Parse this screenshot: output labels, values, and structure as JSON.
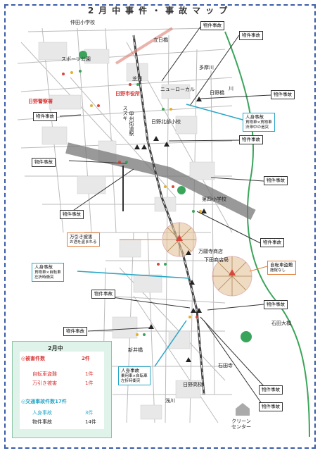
{
  "title": "2月中事件・事故マップ",
  "places": {
    "nakada_school": "仲田小学校",
    "tachihi_bridge": "立日橋",
    "sports_park": "スポーツ公園",
    "shibaura": "芝浦",
    "tama_river": "多摩川",
    "river_kanji": "川",
    "hino_police": "日野警察署",
    "hino_city_office": "日野市役所",
    "new_local": "ニューローカル",
    "hino_bridge": "日野橋",
    "hino_kita_school": "日野北部小校",
    "kouhei_station": "甲州街道駅",
    "suzuki": "スズキ",
    "tama_school": "第四小学校",
    "manbou": "万願寺商店",
    "shimoda": "下田商店局",
    "ishida_bridge": "石田大橋",
    "shinkai_bridge": "新井橋",
    "ishida_temple": "石田寺",
    "hino_school": "日野高校",
    "asakawa": "浅川",
    "clean_center": "クリーンセンター"
  },
  "callouts": {
    "property": "物件事故",
    "injury": "人身事故",
    "injury_sub_1": "貨物車×貨物車",
    "injury_sub_2": "渋滞中の追突",
    "injury2_sub_1": "貨物車×自転車",
    "injury2_sub_2": "左折時衝突",
    "injury3_sub_1": "乗用車×自転車",
    "injury3_sub_2": "左折時衝突",
    "shoplift": "万引き被害",
    "shoplift_sub": "お酒を盗まれる",
    "bike": "自転車盗難",
    "bike_sub": "施錠なし"
  },
  "summary": {
    "month": "2月中",
    "theft_header": "◎被害件数",
    "theft_total": "2件",
    "bike_label": "自転車盗難",
    "bike_count": "1件",
    "shoplift_label": "万引き被害",
    "shoplift_count": "1件",
    "accident_header": "◎交通事故件数17件",
    "injury_label": "人身事故",
    "injury_count": "3件",
    "property_label": "物件事故",
    "property_count": "14件"
  },
  "colors": {
    "theft": "#d83a3a",
    "accident": "#2aa7c7",
    "green": "#3aa55a",
    "rail": "#444444",
    "expressway": "#777777",
    "river": "#3aa55a"
  }
}
